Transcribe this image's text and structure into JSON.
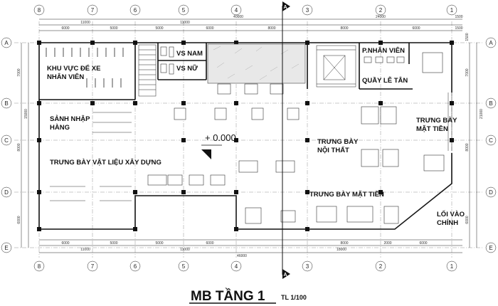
{
  "title": "MB TẦNG 1",
  "scale": "TL 1/100",
  "elevation": "+ 0.000",
  "section_mark": "A",
  "axes_top": [
    "8",
    "7",
    "6",
    "5",
    "4",
    "3",
    "2",
    "1"
  ],
  "axes_side": [
    "A",
    "B",
    "C",
    "D",
    "E"
  ],
  "dims_top_total": [
    "40000",
    "24000",
    "1500"
  ],
  "dims_top": [
    "6000",
    "5000",
    "5000",
    "6000",
    "8000",
    "8000",
    "6000",
    "1500",
    "11000",
    "11000"
  ],
  "dims_bottom": [
    "6000",
    "5000",
    "5000",
    "6000",
    "18000",
    "8000",
    "2000",
    "6000",
    "11000",
    "11000",
    "46000"
  ],
  "dims_left": [
    "7000",
    "8000",
    "6000",
    "15000"
  ],
  "dims_right": [
    "1500",
    "7000",
    "8000",
    "6000",
    "21000"
  ],
  "rooms": {
    "parking": [
      "KHU VỰC ĐỂ XE",
      "NHÂN VIÊN"
    ],
    "wc_male": "VS NAM",
    "wc_female": "VS NỮ",
    "staff": "P.NHÂN VIÊN",
    "reception": "QUẦY LỄ TÂN",
    "receiving": [
      "SẢNH NHẬP",
      "HÀNG"
    ],
    "materials": "TRƯNG BÀY VẬT LIỆU XÂY DỰNG",
    "interior": [
      "TRƯNG BÀY",
      "NỘI THẤT"
    ],
    "front_display_right": [
      "TRƯNG BÀY",
      "MẶT TIỀN"
    ],
    "front_display_bottom": "TRƯNG BÀY MẶT TIỀN",
    "entrance": [
      "LỐI VÀO",
      "CHÍNH"
    ]
  }
}
